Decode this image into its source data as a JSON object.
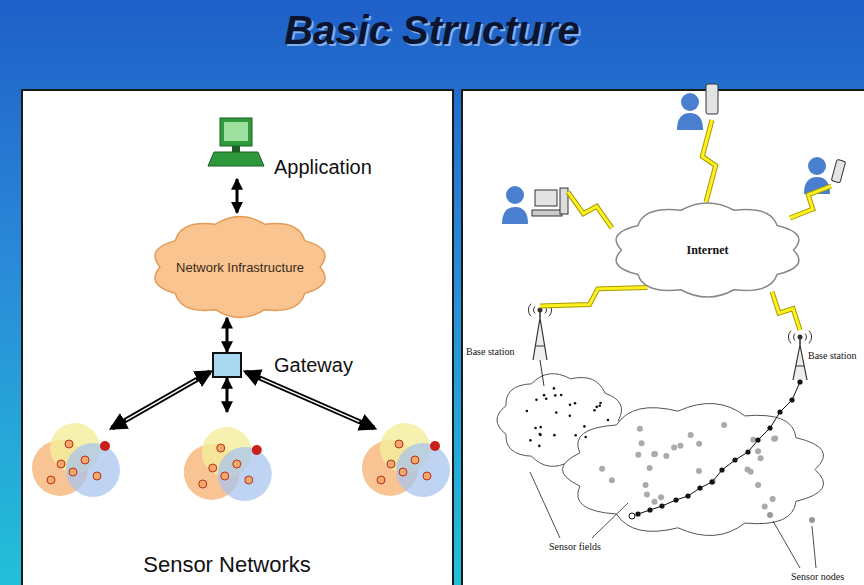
{
  "diagram": {
    "title": "Basic Structure",
    "nodes": [
      {
        "text": [
          "Application"
        ]
      },
      {
        "text": [
          "Network Infrastructure"
        ]
      },
      {
        "text": [
          "Gateway"
        ]
      },
      {
        "text": [
          "Sensor Networks"
        ]
      },
      {
        "text": [
          "Internet"
        ]
      },
      {
        "text": [
          "Base station"
        ]
      },
      {
        "text": [
          "Base station"
        ]
      }
    ],
    "edges": [
      {
        "from": 0,
        "to": 1,
        "arrow": "both"
      },
      {
        "from": 1,
        "to": 2,
        "arrow": "both"
      },
      {
        "from": 2,
        "to": 3,
        "arrow": "both"
      },
      {
        "from": 4,
        "to": 5,
        "arrow": "none"
      },
      {
        "from": 4,
        "to": 6,
        "arrow": "none"
      }
    ],
    "labels": [
      "Sensor fields",
      "Sensor nodes"
    ]
  }
}
